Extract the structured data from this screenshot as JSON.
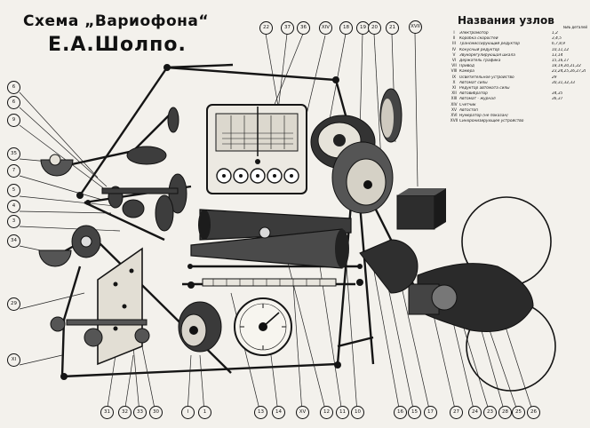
{
  "title_line1": "Схема „Вариофона“",
  "title_line2": "Е.А.Шолпо.",
  "legend": {
    "title": "Названия узлов",
    "subtitle": "№№ деталей",
    "rows": [
      {
        "num": "I",
        "name": "Электромотор",
        "refs": "1,2"
      },
      {
        "num": "II",
        "name": "Коробка скоростей",
        "refs": "3,4,5"
      },
      {
        "num": "III",
        "name": "Трансмиссирующий редуктор",
        "refs": "6,7,8,9"
      },
      {
        "num": "IV",
        "name": "Конусный редуктор",
        "refs": "10,11,12"
      },
      {
        "num": "V",
        "name": "Звукорегулирующая шкала",
        "refs": "13,14"
      },
      {
        "num": "VI",
        "name": "Держатель графика",
        "refs": "15,16,17"
      },
      {
        "num": "VII",
        "name": "Привод",
        "refs": "18,19,20,21,22"
      },
      {
        "num": "VIII",
        "name": "Камера",
        "refs": "23,24,25,26,27,28"
      },
      {
        "num": "IX",
        "name": "Осветительное устройство",
        "refs": "29"
      },
      {
        "num": "X",
        "name": "Автомат силы",
        "refs": "30,31,32,33"
      },
      {
        "num": "XI",
        "name": "Редуктор автомата силы",
        "refs": ""
      },
      {
        "num": "XII",
        "name": "Автовибратор",
        "refs": "34,35"
      },
      {
        "num": "XIII",
        "name": "Автомат - журнал",
        "refs": "36,37"
      },
      {
        "num": "XIV",
        "name": "Счётчик",
        "refs": ""
      },
      {
        "num": "XV",
        "name": "Автостоп",
        "refs": ""
      },
      {
        "num": "XVI",
        "name": "Нумератор        (не показан)",
        "refs": ""
      },
      {
        "num": "XVII",
        "name": "Синхронизирующее устройство",
        "refs": ""
      }
    ]
  },
  "callouts": {
    "top": [
      "22",
      "37",
      "36",
      "XIV",
      "18",
      "19",
      "20",
      "21",
      "XVII"
    ],
    "left": [
      "6",
      "6",
      "9",
      "35",
      "7",
      "5",
      "4",
      "3",
      "34",
      "29",
      "XI"
    ],
    "bottom": [
      "31",
      "32",
      "33",
      "30",
      "I",
      "1",
      "13",
      "14",
      "XV",
      "12",
      "11",
      "10",
      "16",
      "15",
      "17",
      "27",
      "24",
      "23",
      "28",
      "25",
      "26"
    ]
  }
}
